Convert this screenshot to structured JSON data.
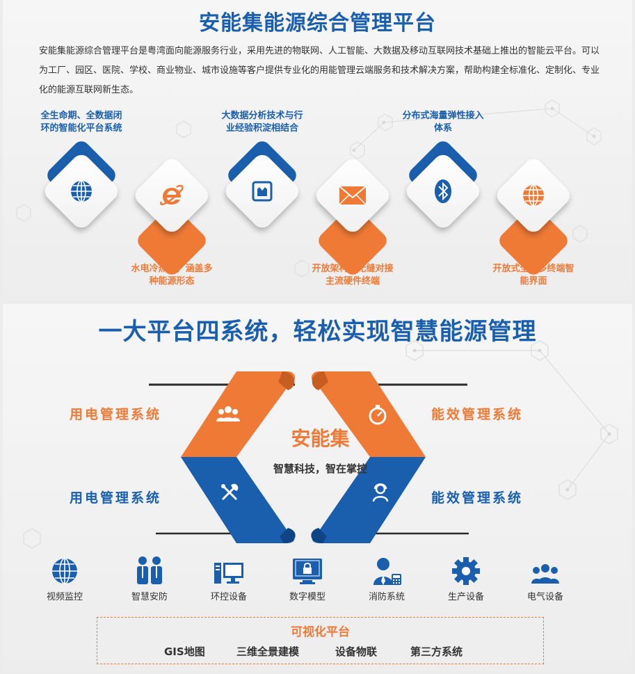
{
  "top": {
    "title": "安能集能源综合管理平台",
    "intro": "安能集能源综合管理平台是粤湾面向能源服务行业，采用先进的物联网、人工智能、大数据及移动互联网技术基础上推出的智能云平台。可以为工厂、园区、医院、学校、商业物业、城市设施等客户提供专业化的用能管理云端服务和技术解决方案，帮助构建全标准化、定制化、专业化的能源互联网新生态。",
    "features": [
      {
        "label": "全生命期、全数据闭\n环的智能化平台系统",
        "icon": "globe-icon"
      },
      {
        "label": "水电冷热气，涵盖多\n种能源形态",
        "icon": "internet-explorer-icon"
      },
      {
        "label": "大数据分析技术与行\n业经验积淀相结合",
        "icon": "app-icon"
      },
      {
        "label": "开放架构，无缝对接\n主流硬件终端",
        "icon": "mail-icon"
      },
      {
        "label": "分布式海量弹性接入\n体系",
        "icon": "bluetooth-icon"
      },
      {
        "label": "开放式全景多终端智\n能界面",
        "icon": "globe-icon"
      }
    ]
  },
  "bottom": {
    "title": "一大平台四系统，轻松实现智慧能源管理",
    "systems": {
      "top_left": "用电管理系统",
      "bottom_left": "用电管理系统",
      "top_right": "能效管理系统",
      "bottom_right": "能效管理系统"
    },
    "brand": "安能集",
    "slogan": "智慧科技，智在掌控",
    "icons": [
      {
        "label": "视频监控",
        "icon": "globe-icon"
      },
      {
        "label": "智慧安防",
        "icon": "security-guard-icon"
      },
      {
        "label": "环控设备",
        "icon": "computer-icon"
      },
      {
        "label": "数字模型",
        "icon": "monitor-lock-icon"
      },
      {
        "label": "消防系统",
        "icon": "operator-icon"
      },
      {
        "label": "生产设备",
        "icon": "gear-icon"
      },
      {
        "label": "电气设备",
        "icon": "team-icon"
      }
    ],
    "visual_platform": {
      "title": "可视化平台",
      "items": [
        "GIS地图",
        "三维全景建模",
        "设备物联",
        "第三方系统"
      ]
    }
  },
  "colors": {
    "blue": "#1a5fad",
    "orange": "#ee7a36",
    "text": "#333333"
  }
}
